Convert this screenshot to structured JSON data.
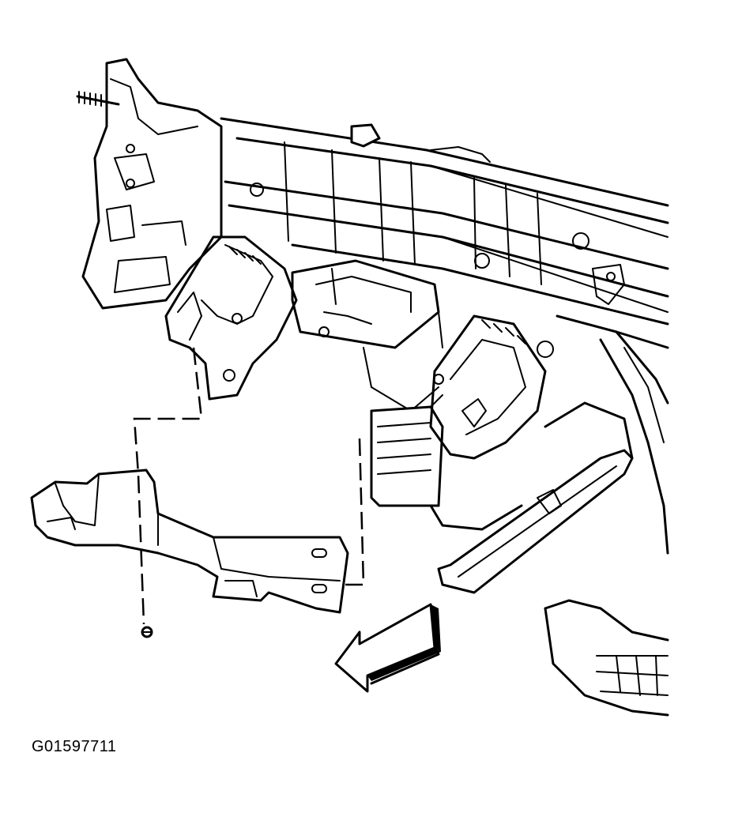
{
  "figure": {
    "id_label": "G01597711"
  },
  "parts": [
    "cross-car-beam",
    "left-mounting-bracket",
    "steering-column-support",
    "knee-bolster-bracket",
    "bolt",
    "right-support-brace",
    "heater-hvac-module",
    "direction-arrow"
  ]
}
